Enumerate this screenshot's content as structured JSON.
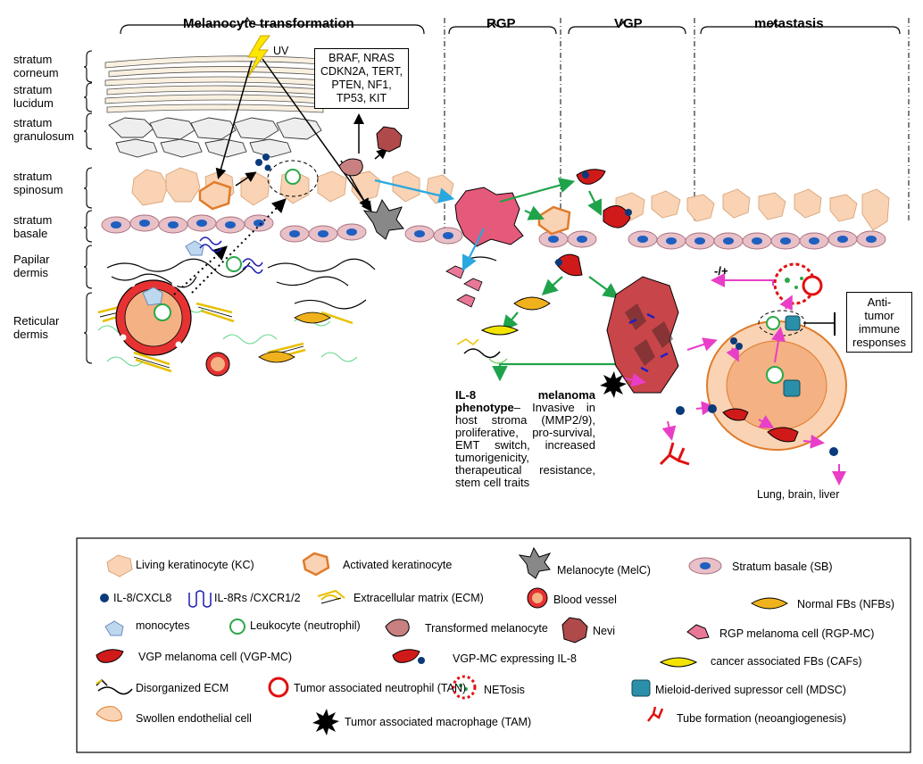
{
  "headers": {
    "transformation": "Melanocyte transformation",
    "rgp": "RGP",
    "vgp": "VGP",
    "metastasis": "metastasis"
  },
  "layers": {
    "corneum": "stratum\ncorneum",
    "lucidum": "stratum\nlucidum",
    "granulosum": "stratum\ngranulosum",
    "spinosum": "stratum\nspinosum",
    "basale": "stratum\nbasale",
    "papillary": "Papilar\ndermis",
    "reticular": "Reticular\ndermis"
  },
  "uv_label": "UV",
  "genes_box": "BRAF, NRAS\nCDKN2A, TERT,\nPTEN, NF1,\nTP53, KIT",
  "anti_tumor_box": "Anti-\ntumor\nimmune\nresponses",
  "minus_plus": "-/+",
  "il8_title": "IL-8 melanoma phenotype",
  "il8_text": "– Invasive in host stroma (MMP2/9), proliferative, pro-survival, EMT switch, increased tumorigenicity, therapeutical resistance, stem cell traits",
  "destinations": "Lung, brain, liver",
  "legend": {
    "kc": "Living keratinocyte (KC)",
    "activated_kc": "Activated keratinocyte",
    "melc": "Melanocyte (MelC)",
    "sb": "Stratum basale (SB)",
    "il8": "IL-8/CXCL8",
    "il8rs": "IL-8Rs /CXCR1/2",
    "ecm": "Extracellular matrix (ECM)",
    "blood_vessel": "Blood vessel",
    "nfbs": "Normal FBs (NFBs)",
    "monocytes": "monocytes",
    "leukocyte": "Leukocyte (neutrophil)",
    "transformed": "Transformed melanocyte",
    "nevi": "Nevi",
    "rgp_mc": "RGP melanoma cell (RGP-MC)",
    "vgp_mc": "VGP melanoma cell (VGP-MC)",
    "vgp_il8": "VGP-MC  expressing IL-8",
    "cafs": "cancer associated FBs (CAFs)",
    "disorg_ecm": "Disorganized ECM",
    "tan": "Tumor associated neutrophil (TAN)",
    "netosis": "NETosis",
    "mdsc": "Mieloid-derived  supressor cell (MDSC)",
    "swollen": "Swollen endothelial cell",
    "tam": "Tumor associated macrophage (TAM)",
    "tube": "Tube formation (neoangiogenesis)"
  },
  "colors": {
    "keratinocyte": "#f9d3b4",
    "activated_kc": "#e07b2a",
    "basal_cell": "#e8c0c8",
    "nucleus_blue": "#1f5fbf",
    "melanoma_pink": "#d9536b",
    "vgp_red": "#d01a1a",
    "blood_red": "#e63232",
    "fibroblast": "#f0b21c",
    "caf_yellow": "#f2e400",
    "cyan_arrow": "#29a8e0",
    "green_arrow": "#1fa34a",
    "magenta_arrow": "#e83ec8",
    "mdsc": "#2a8fa8",
    "leukocyte_green": "#2aa84a"
  }
}
